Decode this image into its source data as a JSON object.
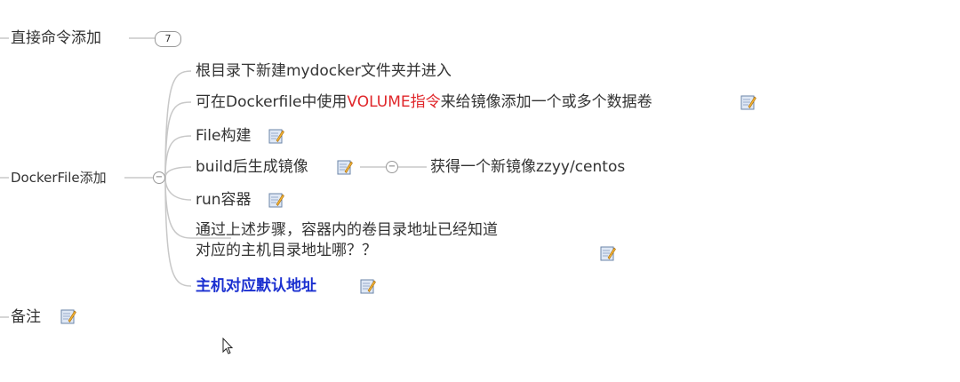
{
  "nodes": {
    "direct_cmd": {
      "label": "直接命令添加",
      "badge": "7"
    },
    "dockerfile": {
      "label": "DockerFile添加",
      "collapse": "−"
    },
    "remarks": {
      "label": "备注"
    }
  },
  "children": {
    "mkdir": "根目录下新建mydocker文件夹并进入",
    "volume_prefix": "可在Dockerfile中使用",
    "volume_red": "VOLUME指令",
    "volume_suffix": "来给镜像添加一个或多个数据卷",
    "file_build": "File构建",
    "build_image": "build后生成镜像",
    "build_result": "获得一个新镜像zzyy/centos",
    "run_container": "run容器",
    "question_line1": "通过上述步骤，容器内的卷目录地址已经知道",
    "question_line2": "对应的主机目录地址哪？？",
    "host_default": "主机对应默认地址"
  },
  "colors": {
    "highlight_red": "#e0262a",
    "highlight_blue": "#1a2fd0",
    "line": "#c8c8c8"
  },
  "icons": {
    "note": "note-pencil-icon"
  }
}
